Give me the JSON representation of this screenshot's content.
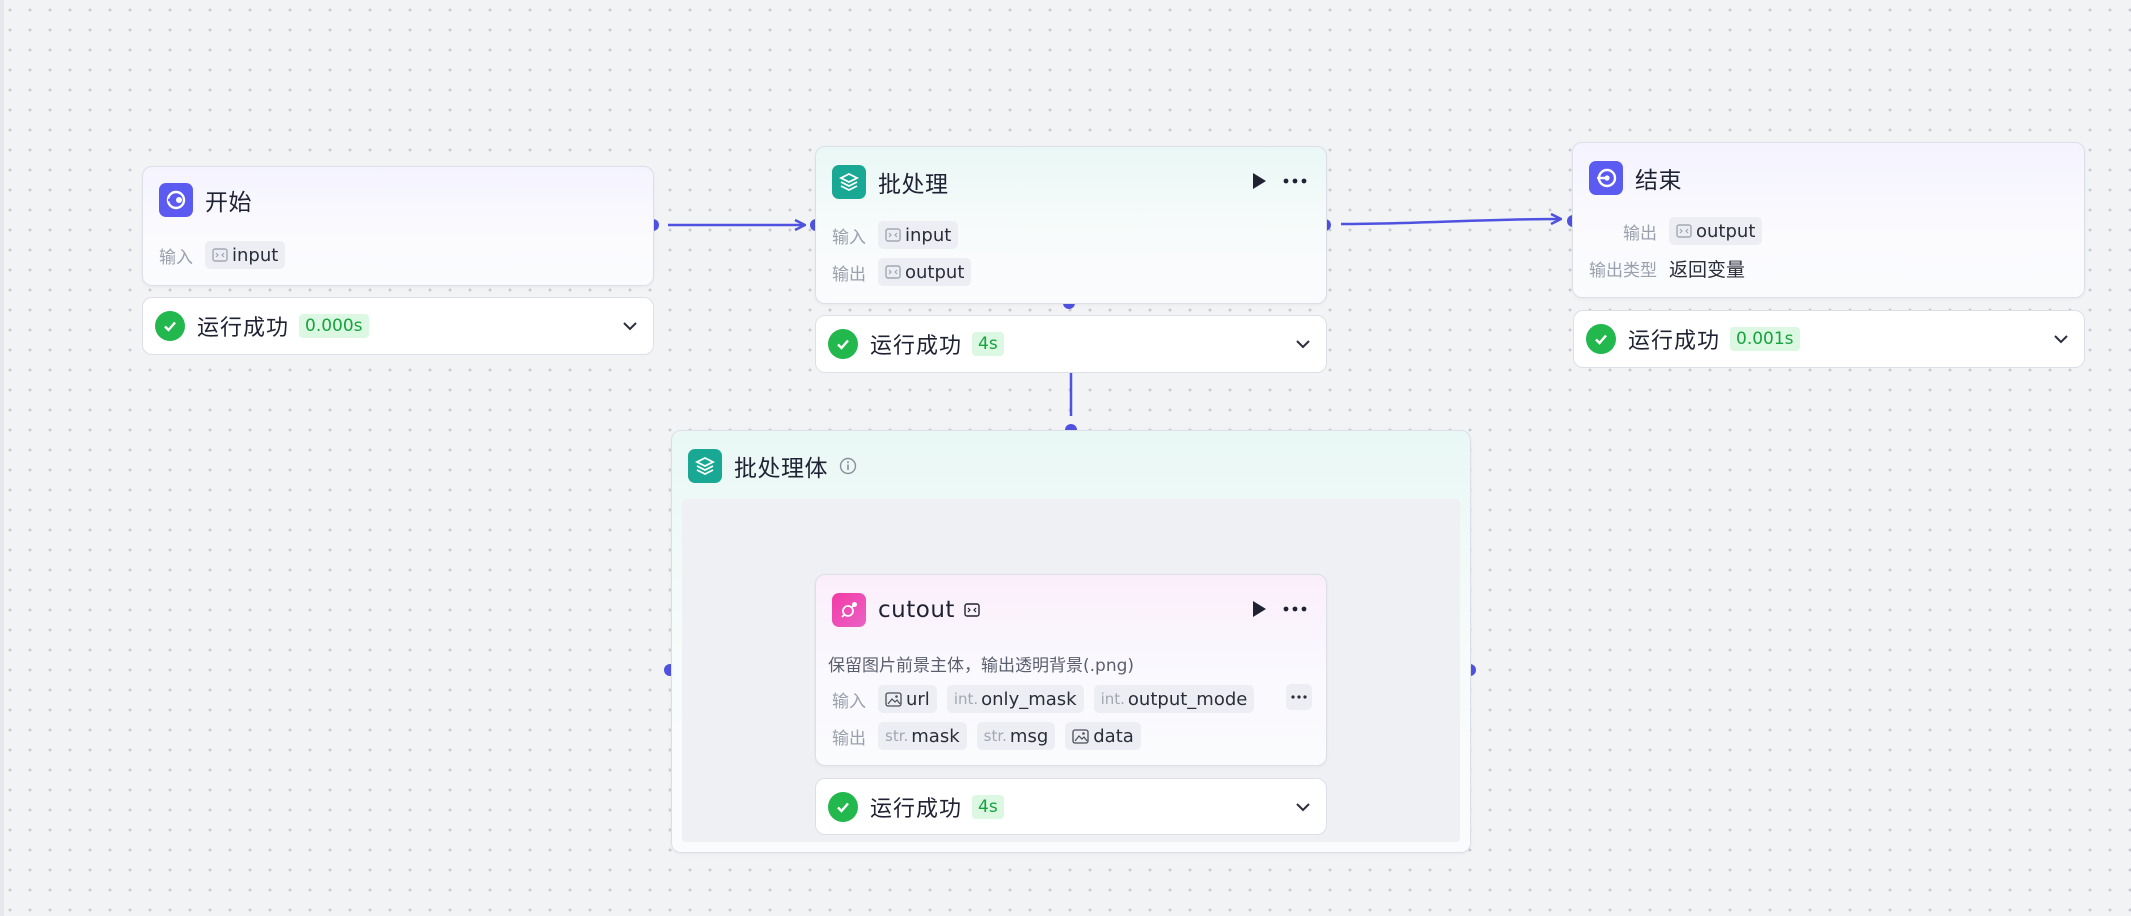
{
  "colors": {
    "accent": "#5b5bf1",
    "edge": "#4f52e0",
    "teal": "#18a894",
    "pink": "#f43aa6",
    "success": "#23b84d"
  },
  "start": {
    "title": "开始",
    "input_label": "输入",
    "input_tag": "input",
    "status_text": "运行成功",
    "status_time": "0.000s"
  },
  "batch": {
    "title": "批处理",
    "input_label": "输入",
    "input_tag": "input",
    "output_label": "输出",
    "output_tag": "output",
    "status_text": "运行成功",
    "status_time": "4s"
  },
  "end": {
    "title": "结束",
    "output_label": "输出",
    "output_tag": "output",
    "type_label": "输出类型",
    "type_value": "返回变量",
    "status_text": "运行成功",
    "status_time": "0.001s"
  },
  "group": {
    "title": "批处理体"
  },
  "cutout": {
    "title": "cutout",
    "description": "保留图片前景主体，输出透明背景(.png)",
    "input_label": "输入",
    "inputs": [
      {
        "prefix": "",
        "name": "url"
      },
      {
        "prefix": "int.",
        "name": "only_mask"
      },
      {
        "prefix": "int.",
        "name": "output_mode"
      }
    ],
    "output_label": "输出",
    "outputs": [
      {
        "prefix": "str.",
        "name": "mask"
      },
      {
        "prefix": "str.",
        "name": "msg"
      },
      {
        "prefix": "",
        "name": "data"
      }
    ],
    "status_text": "运行成功",
    "status_time": "4s"
  }
}
